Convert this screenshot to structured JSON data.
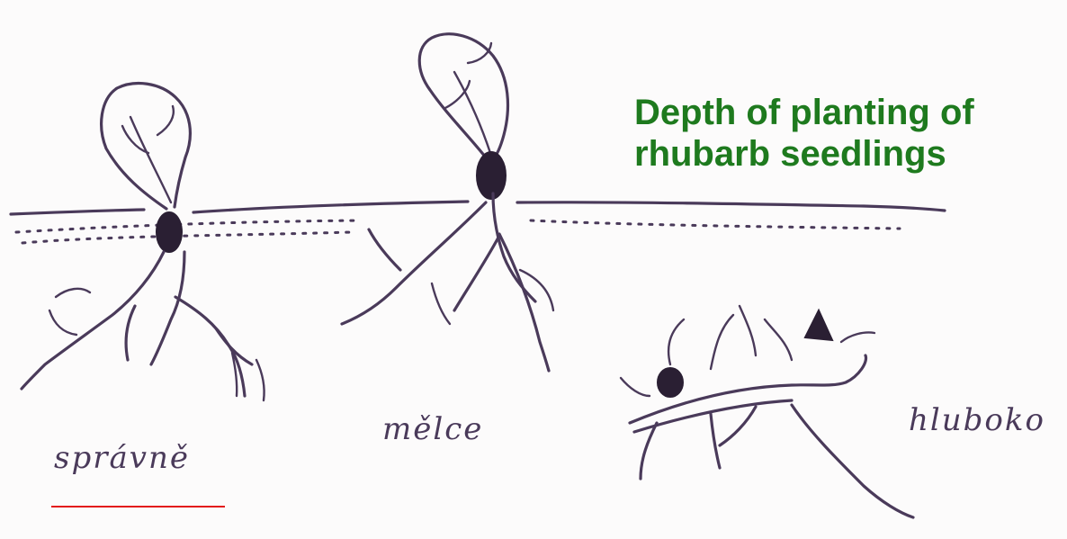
{
  "title": "Depth of planting of rhubarb seedlings",
  "labels": {
    "correct": "správně",
    "shallow": "mělce",
    "deep": "hluboko"
  },
  "colors": {
    "title": "#1e7a1e",
    "ink": "#4a3a5a",
    "underline": "#e31b1b",
    "background": "#fcfbfb"
  }
}
